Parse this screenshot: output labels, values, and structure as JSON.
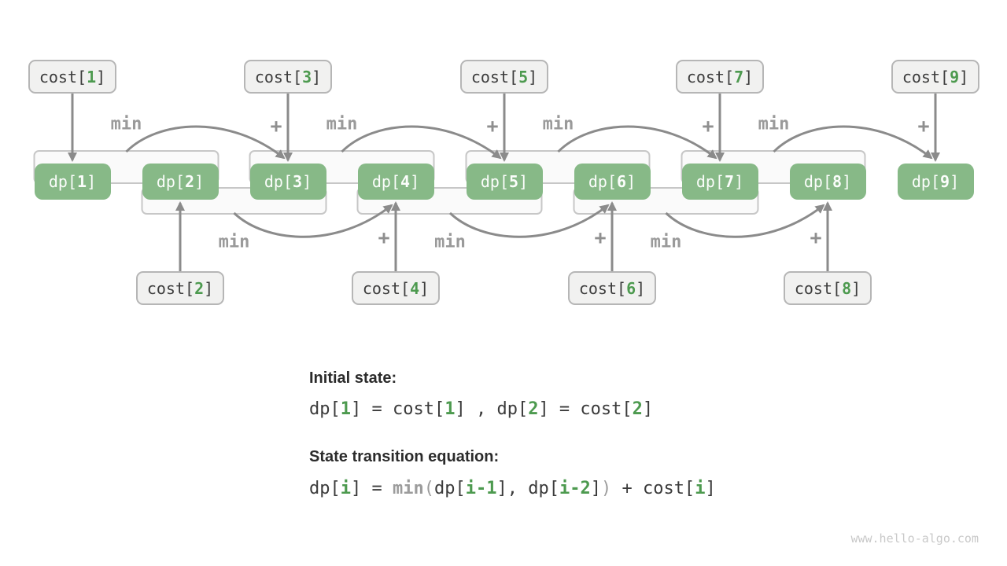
{
  "diagram": {
    "dp_prefix": "dp[",
    "dp_suffix": "]",
    "dp_nums": [
      "1",
      "2",
      "3",
      "4",
      "5",
      "6",
      "7",
      "8",
      "9"
    ],
    "cost_prefix": "cost[",
    "cost_suffix": "]",
    "cost_top_nums": [
      "1",
      "3",
      "5",
      "7",
      "9"
    ],
    "cost_bottom_nums": [
      "2",
      "4",
      "6",
      "8"
    ],
    "min_label": "min",
    "plus_label": "+"
  },
  "colors": {
    "dp_box_green": "#87b987",
    "number_green": "#4d9a4f",
    "arrow_gray": "#8b8b8b",
    "cost_box_fill": "#f1f1f0",
    "bracket_stroke": "#c7c7c7"
  },
  "text": {
    "initial_heading": "Initial state:",
    "initial_line": [
      "dp[",
      "1",
      "] = cost[",
      "1",
      "] , dp[",
      "2",
      "] = cost[",
      "2",
      "]"
    ],
    "transition_heading": "State transition equation:",
    "transition_line": [
      "dp[",
      "i",
      "] = ",
      "min",
      "(",
      "dp[",
      "i-1",
      "], dp[",
      "i-2",
      "]",
      ")",
      " + cost[",
      "i",
      "]"
    ]
  },
  "watermark": "www.hello-algo.com"
}
